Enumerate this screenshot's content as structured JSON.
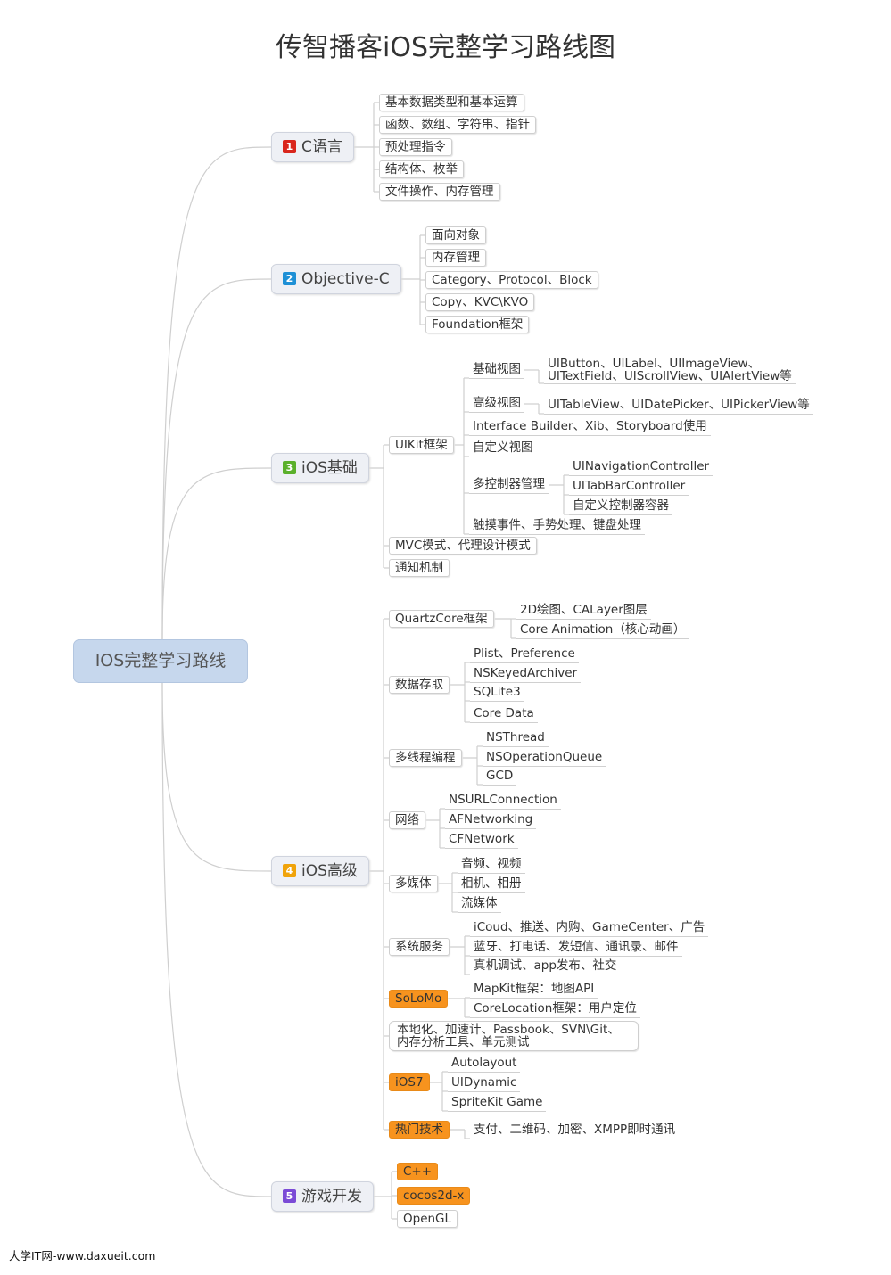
{
  "title": "传智播客iOS完整学习路线图",
  "root": "IOS完整学习路线",
  "colors": {
    "badge1": "#d9261c",
    "badge2": "#1e90d6",
    "badge3": "#5bb02b",
    "badge4": "#f0a30a",
    "badge5": "#7b4bd6",
    "highlight": "#f7931e",
    "root": "#c6d7ed"
  },
  "branches": [
    {
      "num": "1",
      "label": "C语言",
      "children": [
        "基本数据类型和基本运算",
        "函数、数组、字符串、指针",
        "预处理指令",
        "结构体、枚举",
        "文件操作、内存管理"
      ]
    },
    {
      "num": "2",
      "label": "Objective-C",
      "children": [
        "面向对象",
        "内存管理",
        "Category、Protocol、Block",
        "Copy、KVC\\KVO",
        "Foundation框架"
      ]
    },
    {
      "num": "3",
      "label": "iOS基础",
      "children": [
        {
          "label": "UIKit框架",
          "children": [
            {
              "label": "基础视图",
              "children": [
                "UIButton、UILabel、UIImageView、\nUITextField、UIScrollView、UIAlertView等"
              ]
            },
            {
              "label": "高级视图",
              "children": [
                "UITableView、UIDatePicker、UIPickerView等"
              ]
            },
            "Interface Builder、Xib、Storyboard使用",
            "自定义视图",
            {
              "label": "多控制器管理",
              "children": [
                "UINavigationController",
                "UITabBarController",
                "自定义控制器容器"
              ]
            },
            "触摸事件、手势处理、键盘处理"
          ]
        },
        "MVC模式、代理设计模式",
        "通知机制"
      ]
    },
    {
      "num": "4",
      "label": "iOS高级",
      "children": [
        {
          "label": "QuartzCore框架",
          "children": [
            "2D绘图、CALayer图层",
            "Core Animation（核心动画）"
          ]
        },
        {
          "label": "数据存取",
          "children": [
            "Plist、Preference",
            "NSKeyedArchiver",
            "SQLite3",
            "Core Data"
          ]
        },
        {
          "label": "多线程编程",
          "children": [
            "NSThread",
            "NSOperationQueue",
            "GCD"
          ]
        },
        {
          "label": "网络",
          "children": [
            "NSURLConnection",
            "AFNetworking",
            "CFNetwork"
          ]
        },
        {
          "label": "多媒体",
          "children": [
            "音频、视频",
            "相机、相册",
            "流媒体"
          ]
        },
        {
          "label": "系统服务",
          "children": [
            "iCoud、推送、内购、GameCenter、广告",
            "蓝牙、打电话、发短信、通讯录、邮件",
            "真机调试、app发布、社交"
          ]
        },
        {
          "label": "SoLoMo",
          "children": [
            "MapKit框架：地图API",
            "CoreLocation框架：用户定位"
          ]
        },
        "本地化、加速计、Passbook、SVN\\Git、\n内存分析工具、单元测试",
        {
          "label": "iOS7",
          "children": [
            "Autolayout",
            "UIDynamic",
            "SpriteKit Game"
          ]
        },
        {
          "label": "热门技术",
          "children": [
            "支付、二维码、加密、XMPP即时通讯"
          ]
        }
      ]
    },
    {
      "num": "5",
      "label": "游戏开发",
      "children": [
        "C++",
        "cocos2d-x",
        "OpenGL"
      ]
    }
  ],
  "footer": "大学IT网-www.daxueit.com"
}
